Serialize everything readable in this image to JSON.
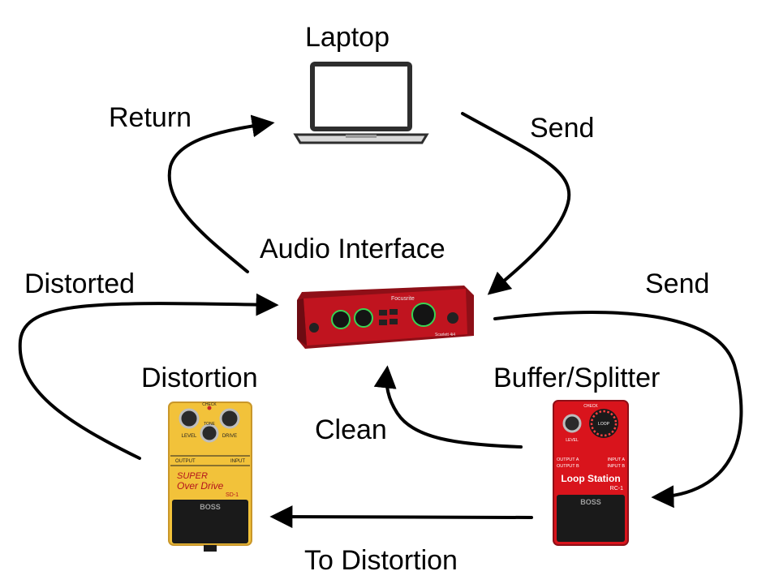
{
  "nodes": {
    "laptop": {
      "label": "Laptop",
      "icon": "laptop-icon"
    },
    "interface": {
      "label": "Audio Interface",
      "icon": "audio-interface-icon",
      "brand_text": "Focusrite",
      "model_text": "Scarlett 4i4"
    },
    "distortion": {
      "label": "Distortion",
      "icon": "overdrive-pedal-icon",
      "pedal": {
        "brand": "BOSS",
        "name_line1": "SUPER",
        "name_line2": "Over Drive",
        "model": "SD-1",
        "knob_level": "LEVEL",
        "knob_tone": "TONE",
        "knob_drive": "DRIVE",
        "jack_out": "OUTPUT",
        "jack_in": "INPUT",
        "check": "CHECK"
      }
    },
    "splitter": {
      "label": "Buffer/Splitter",
      "icon": "loop-station-pedal-icon",
      "pedal": {
        "brand": "BOSS",
        "name": "Loop Station",
        "model": "RC-1",
        "knob_level": "LEVEL",
        "loop": "LOOP",
        "check": "CHECK",
        "out_a": "OUTPUT A",
        "out_b": "OUTPUT B",
        "in_a": "INPUT A",
        "in_b": "INPUT B"
      }
    }
  },
  "edges": {
    "laptop_to_interface": "Send",
    "interface_to_laptop": "Return",
    "interface_to_splitter": "Send",
    "splitter_to_interface": "Clean",
    "splitter_to_distortion": "To Distortion",
    "distortion_to_interface": "Distorted"
  },
  "colors": {
    "arrow": "#000000",
    "interface_red": "#b3121d",
    "distortion_yellow": "#f2c23a",
    "splitter_red": "#d9141c",
    "laptop_gray": "#3a3a3a"
  }
}
